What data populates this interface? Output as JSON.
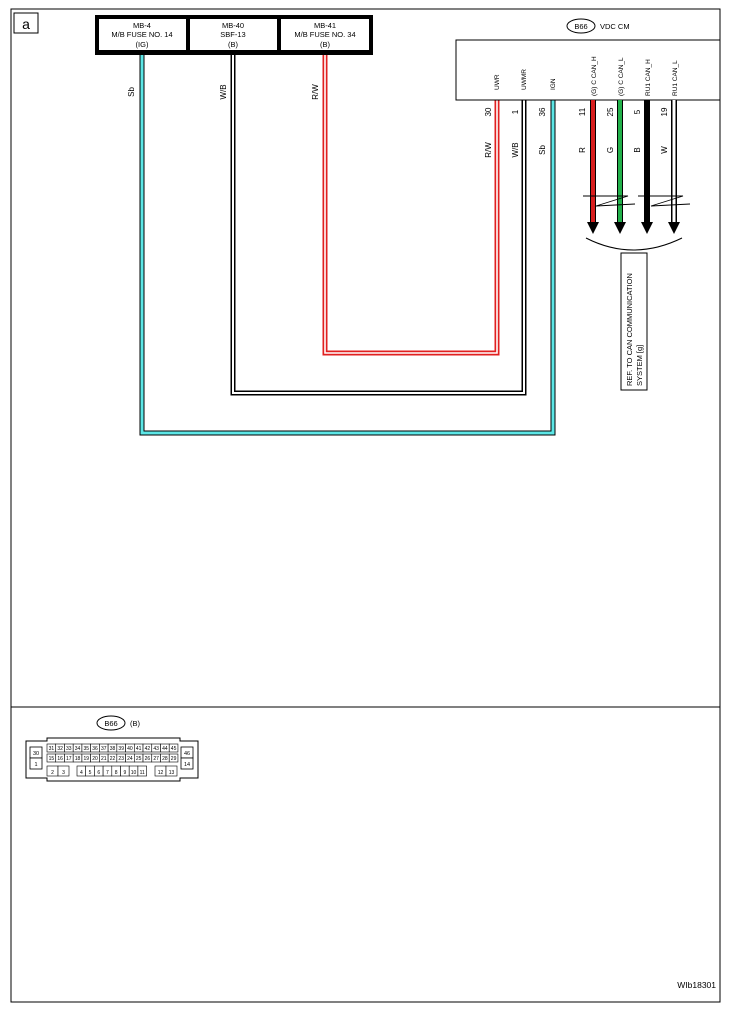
{
  "diagram": {
    "panel_letter": "a",
    "figure_id": "WIb18301",
    "fuses": [
      {
        "line1": "MB-4",
        "line2": "M/B FUSE NO. 14",
        "line3": "(IG)"
      },
      {
        "line1": "MB-40",
        "line2": "SBF-13",
        "line3": "(B)"
      },
      {
        "line1": "MB-41",
        "line2": "M/B FUSE NO. 34",
        "line3": "(B)"
      }
    ],
    "fuse_wire_labels": [
      "Sb",
      "W/B",
      "R/W"
    ],
    "module": {
      "connector": "B66",
      "name": "VDC CM",
      "terminals": [
        {
          "label": "UWR",
          "pin": "30",
          "color": "R/W"
        },
        {
          "label": "UWMR",
          "pin": "1",
          "color": "W/B"
        },
        {
          "label": "IGN",
          "pin": "36",
          "color": "Sb"
        },
        {
          "label": "(G) C CAN_H",
          "pin": "11",
          "color": "R"
        },
        {
          "label": "(G) C CAN_L",
          "pin": "25",
          "color": "G"
        },
        {
          "label": "RU1 CAN_H",
          "pin": "5",
          "color": "B"
        },
        {
          "label": "RU1 CAN_L",
          "pin": "19",
          "color": "W"
        }
      ]
    },
    "reference": {
      "line1": "REF. TO CAN COMMUNICATION",
      "line2": "SYSTEM [g]"
    },
    "wire_colors": {
      "sb": "#5ce6e6",
      "rw": "#e02020",
      "wb": "#000000",
      "can_r": "#d81e1e",
      "can_g": "#22b04a",
      "can_b": "#000000",
      "can_w": "#ffffff"
    }
  },
  "connector_view": {
    "code": "B66",
    "suffix": "(B)",
    "left_pins": [
      "30",
      "1"
    ],
    "right_pins": [
      "46",
      "14"
    ],
    "top_row": [
      "31",
      "32",
      "33",
      "34",
      "35",
      "36",
      "37",
      "38",
      "39",
      "40",
      "41",
      "42",
      "43",
      "44",
      "45"
    ],
    "middle_row": [
      "15",
      "16",
      "17",
      "18",
      "19",
      "20",
      "21",
      "22",
      "23",
      "24",
      "25",
      "26",
      "27",
      "28",
      "29"
    ],
    "bottom_left": [
      "2",
      "3"
    ],
    "bottom_mid": [
      "4",
      "5",
      "6",
      "7",
      "8",
      "9",
      "10",
      "11"
    ],
    "bottom_right": [
      "12",
      "13"
    ]
  }
}
